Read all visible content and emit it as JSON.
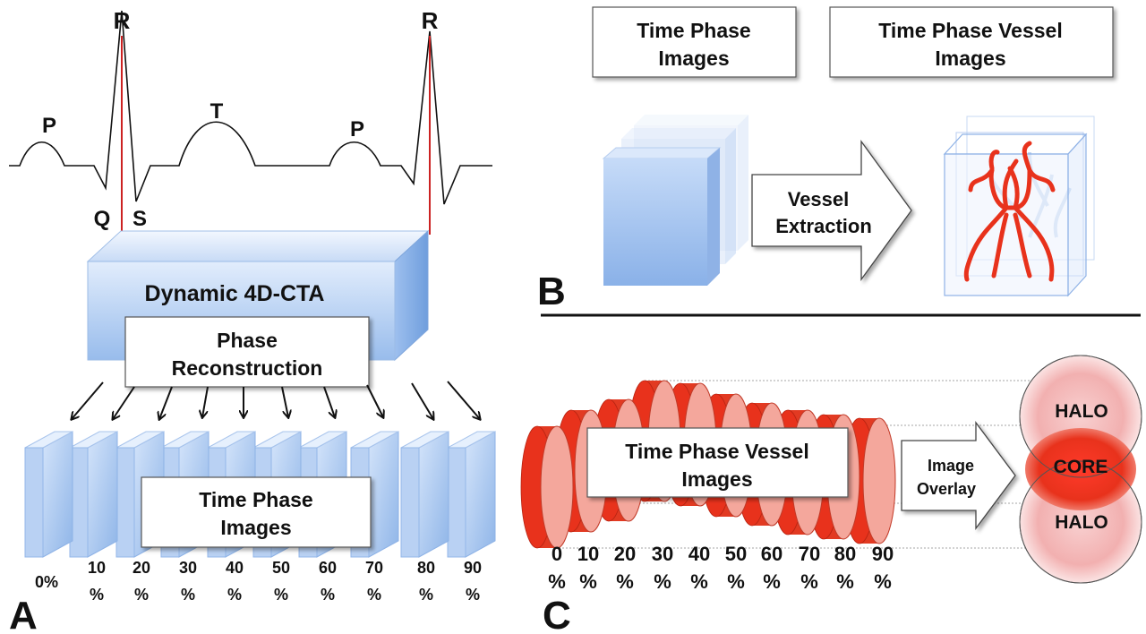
{
  "colors": {
    "block_light": "#dbe8fb",
    "block_mid": "#a9c7f1",
    "block_dark": "#7fa9e2",
    "vessel_red": "#e8321c",
    "vessel_red_light": "#f4a79c",
    "ecg_marker": "#cc2222",
    "halo_pink": "#f2b8b8",
    "ink": "#111111"
  },
  "panel_a": {
    "letter": "A",
    "ecg_labels": {
      "p1": "P",
      "r1": "R",
      "q": "Q",
      "s": "S",
      "t": "T",
      "p2": "P",
      "r2": "R"
    },
    "main_block_label": "Dynamic 4D-CTA",
    "reconstruction_label": {
      "line1": "Phase",
      "line2": "Reconstruction"
    },
    "images_label": {
      "line1": "Time Phase",
      "line2": "Images"
    },
    "phases": [
      {
        "num": "0%",
        "pct": ""
      },
      {
        "num": "10",
        "pct": "%"
      },
      {
        "num": "20",
        "pct": "%"
      },
      {
        "num": "30",
        "pct": "%"
      },
      {
        "num": "40",
        "pct": "%"
      },
      {
        "num": "50",
        "pct": "%"
      },
      {
        "num": "60",
        "pct": "%"
      },
      {
        "num": "70",
        "pct": "%"
      },
      {
        "num": "80",
        "pct": "%"
      },
      {
        "num": "90",
        "pct": "%"
      }
    ]
  },
  "panel_b": {
    "letter": "B",
    "box_left": {
      "line1": "Time Phase",
      "line2": "Images"
    },
    "box_right": {
      "line1": "Time Phase Vessel",
      "line2": "Images"
    },
    "arrow_label": {
      "line1": "Vessel",
      "line2": "Extraction"
    }
  },
  "panel_c": {
    "letter": "C",
    "vessel_label": {
      "line1": "Time Phase Vessel",
      "line2": "Images"
    },
    "arrow_label": {
      "line1": "Image",
      "line2": "Overlay"
    },
    "halo_top": "HALO",
    "core": "CORE",
    "halo_bottom": "HALO",
    "phases": [
      {
        "num": "0",
        "pct": "%"
      },
      {
        "num": "10",
        "pct": "%"
      },
      {
        "num": "20",
        "pct": "%"
      },
      {
        "num": "30",
        "pct": "%"
      },
      {
        "num": "40",
        "pct": "%"
      },
      {
        "num": "50",
        "pct": "%"
      },
      {
        "num": "60",
        "pct": "%"
      },
      {
        "num": "70",
        "pct": "%"
      },
      {
        "num": "80",
        "pct": "%"
      },
      {
        "num": "90",
        "pct": "%"
      }
    ]
  }
}
